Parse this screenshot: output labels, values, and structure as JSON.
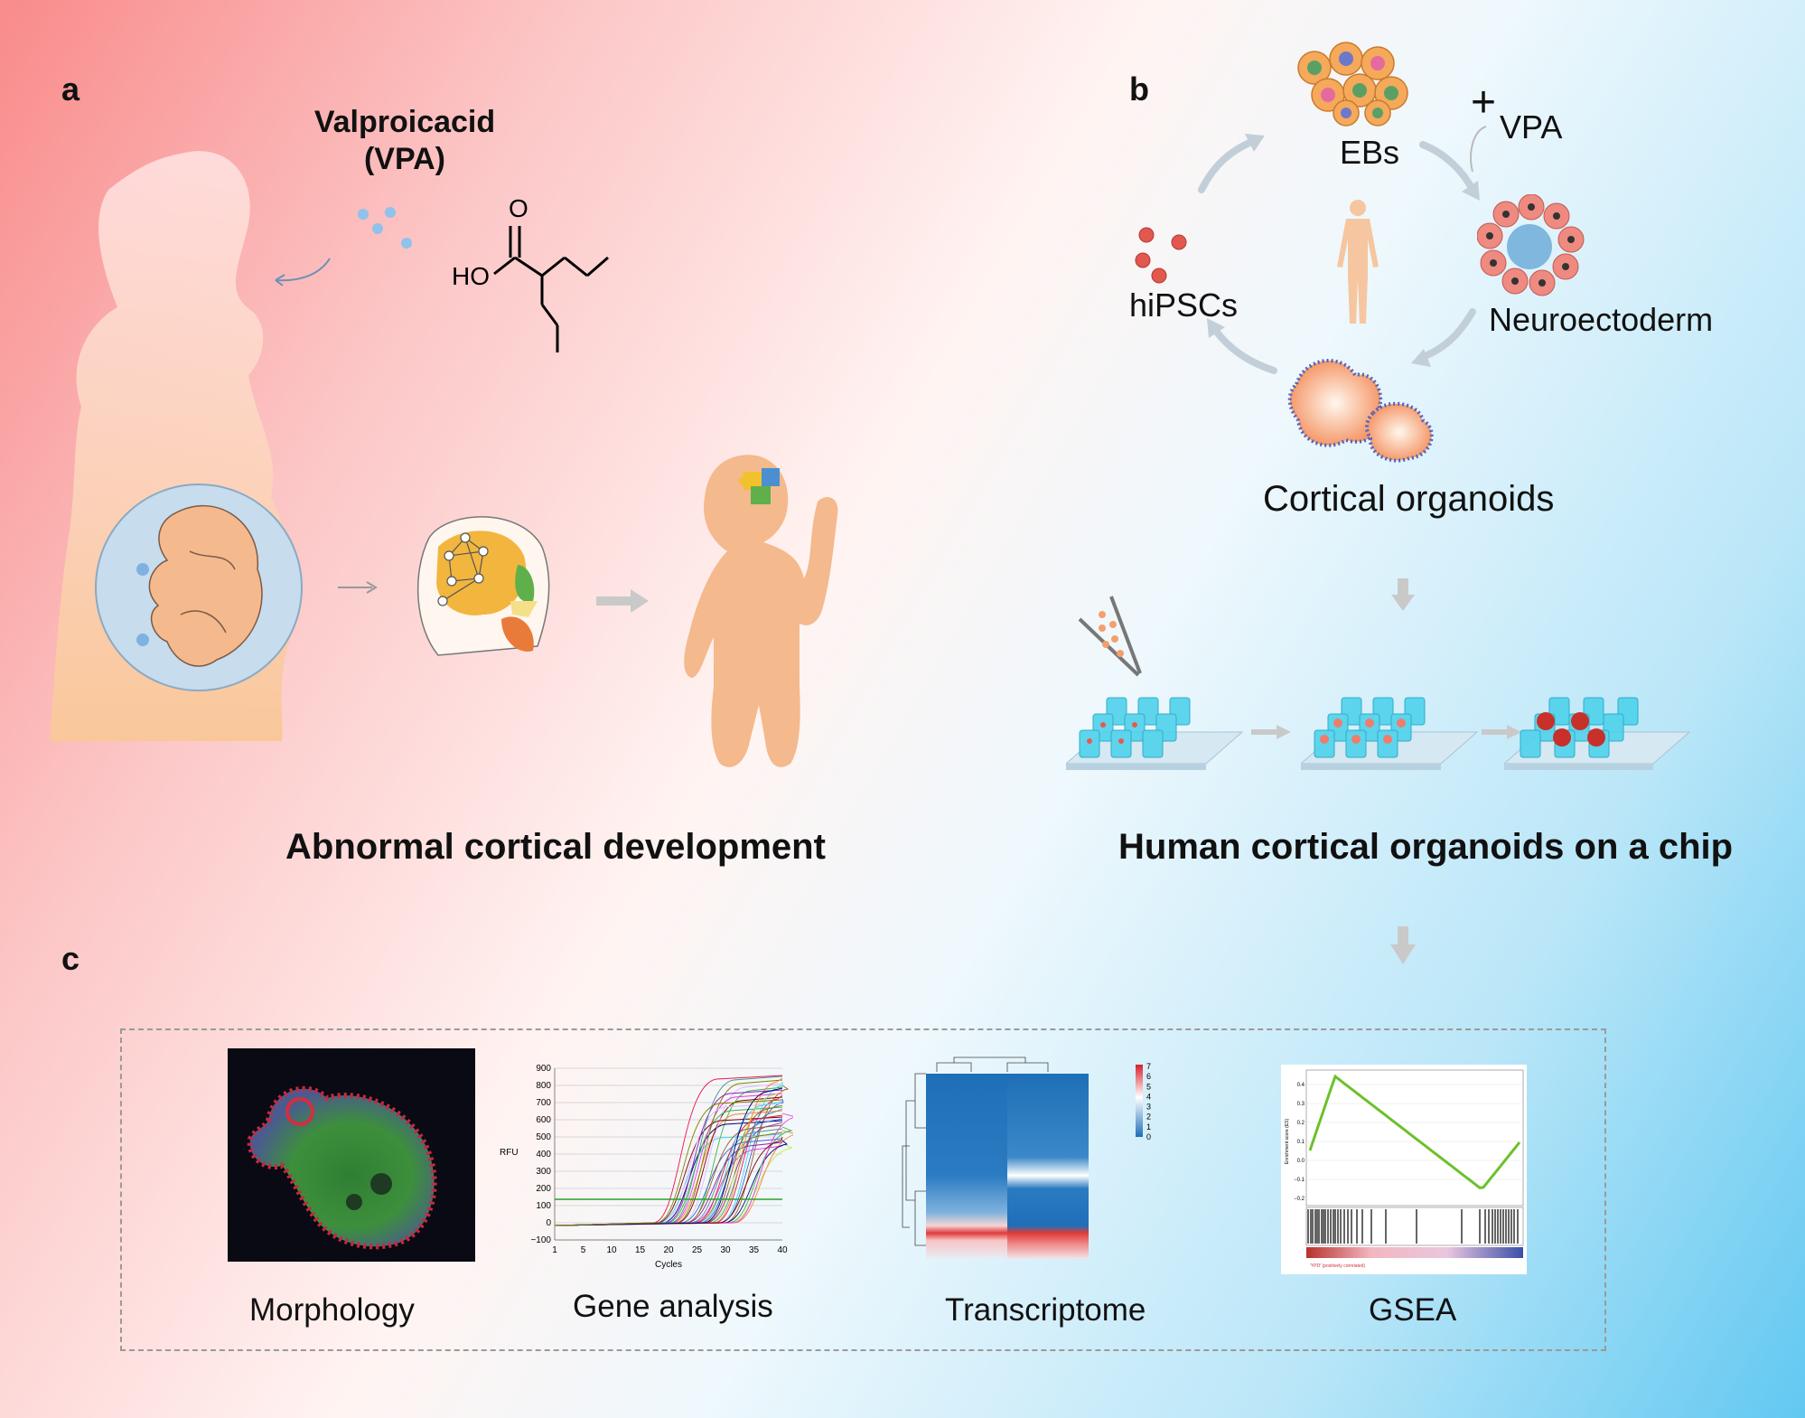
{
  "panel_a": {
    "letter": "a",
    "drug_name_line1": "Valproicacid",
    "drug_name_line2": "(VPA)",
    "molecule_atom_O": "O",
    "molecule_group_HO": "HO",
    "title": "Abnormal cortical development"
  },
  "panel_b": {
    "letter": "b",
    "plus_sign": "+",
    "vpa_label": "VPA",
    "ebs_label": "EBs",
    "hipscs_label": "hiPSCs",
    "neuroectoderm_label": "Neuroectoderm",
    "cortical_organoids_label": "Cortical organoids",
    "title": "Human cortical organoids on a chip"
  },
  "panel_c": {
    "letter": "c",
    "morphology_label": "Morphology",
    "gene_analysis_label": "Gene analysis",
    "transcriptome_label": "Transcriptome",
    "gsea_label": "GSEA",
    "qpcr": {
      "y_axis_label": "RFU",
      "x_axis_label": "Cycles",
      "y_ticks": [
        "900",
        "800",
        "700",
        "600",
        "500",
        "400",
        "300",
        "200",
        "100",
        "0",
        "−100"
      ],
      "x_ticks": [
        "1",
        "5",
        "10",
        "15",
        "20",
        "25",
        "30",
        "35",
        "40"
      ]
    },
    "heatmap": {
      "scale_ticks": [
        "7",
        "6",
        "5",
        "4",
        "3",
        "2",
        "1",
        "0"
      ]
    },
    "gsea_plot": {
      "y_ticks": [
        "0.4",
        "0.3",
        "0.2",
        "0.1",
        "0.0",
        "−0.1",
        "−0.2"
      ],
      "y_axis_label": "Enrichment score (ES)",
      "footer_text": "'YPD' (positively correlated)"
    }
  },
  "colors": {
    "skin": "#f4b98c",
    "cyan_well": "#4fd2ec",
    "organoid_red": "#c8302a",
    "gsea_line": "#6cc12a",
    "heat_blue": "#1e6fb8",
    "heat_red": "#e03a3a"
  }
}
